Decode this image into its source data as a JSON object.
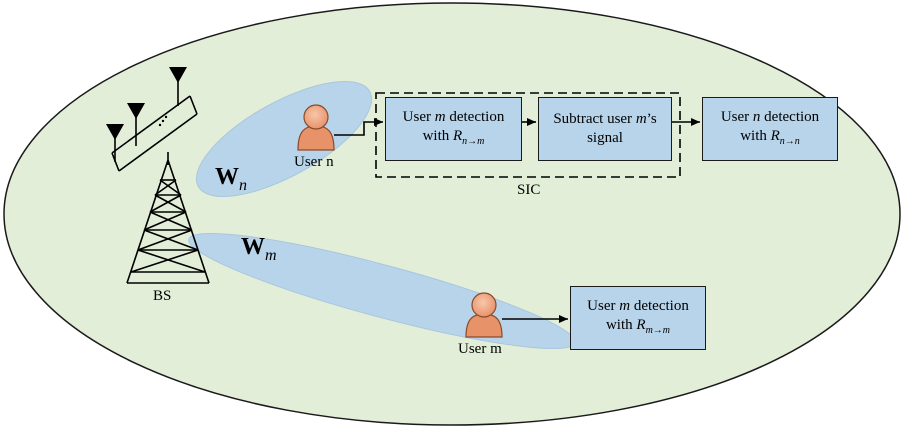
{
  "labels": {
    "bs": "BS",
    "user_n": "User n",
    "user_m": "User m",
    "sic": "SIC"
  },
  "beams": {
    "wn": {
      "main": "W",
      "sub": "n"
    },
    "wm": {
      "main": "W",
      "sub": "m"
    }
  },
  "boxes": {
    "user_m_detection_n": {
      "line1_pre": "User ",
      "line1_var": "m",
      "line1_post": " detection",
      "line2_pre": "with ",
      "var": "R",
      "sub": "n→m"
    },
    "subtract": {
      "line1": "Subtract user ",
      "line1_var": "m",
      "line1_post": "’s",
      "line2": "signal"
    },
    "user_n_detection": {
      "line1_pre": "User ",
      "line1_var": "n",
      "line1_post": " detection",
      "line2_pre": "with ",
      "var": "R",
      "sub": "n→n"
    },
    "user_m_detection_m": {
      "line1_pre": "User ",
      "line1_var": "m",
      "line1_post": " detection",
      "line2_pre": "with ",
      "var": "R",
      "sub": "m→m"
    }
  },
  "colors": {
    "cell_fill": "#e3eed9",
    "beam_fill": "#b8d4ea",
    "box_fill": "#b8d4ea",
    "user_fill": "#f0a882"
  }
}
